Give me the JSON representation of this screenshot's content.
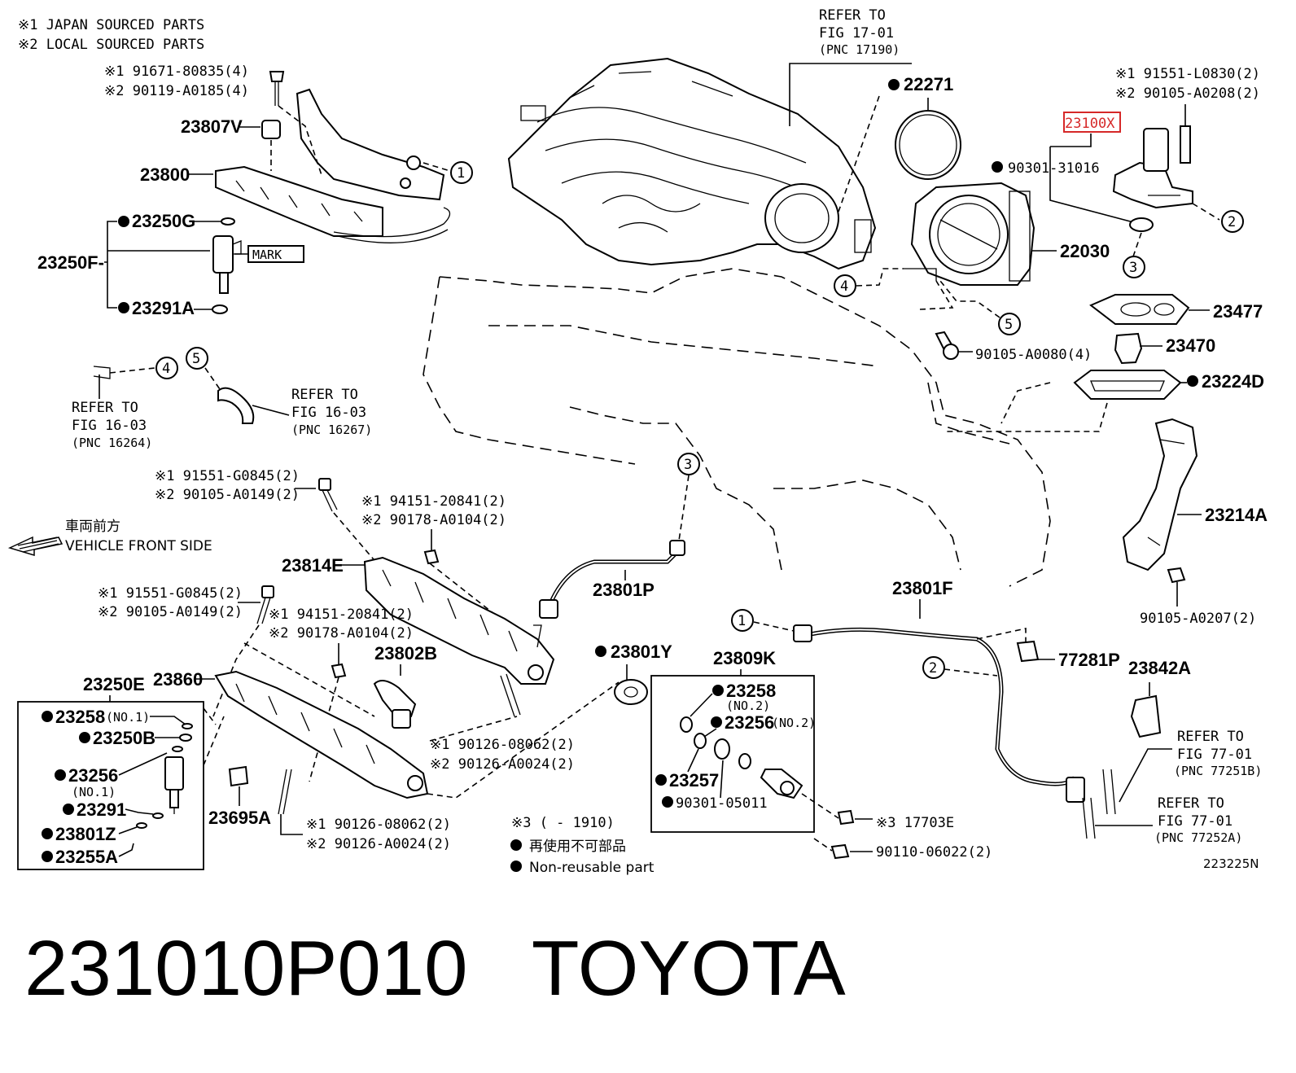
{
  "legend": {
    "note1": "※1 JAPAN SOURCED PARTS",
    "note2": "※2 LOCAL SOURCED PARTS",
    "note3": "※3 (         - 1910)",
    "nonreusable_jp": "再使用不可部品",
    "nonreusable_en": "Non-reusable part",
    "front_jp": "車両前方",
    "front_en": "VEHICLE FRONT SIDE"
  },
  "refs": {
    "r1701_a": "REFER TO",
    "r1701_b": "FIG 17-01",
    "r1701_c": "(PNC 17190)",
    "r1603a_a": "REFER TO",
    "r1603a_b": "FIG 16-03",
    "r1603a_c": "(PNC 16264)",
    "r1603b_a": "REFER TO",
    "r1603b_b": "FIG 16-03",
    "r1603b_c": "(PNC 16267)",
    "r7701a_a": "REFER TO",
    "r7701a_b": "FIG 77-01",
    "r7701a_c": "(PNC 77251B)",
    "r7701b_a": "REFER TO",
    "r7701b_b": "FIG 77-01",
    "r7701b_c": "(PNC 77252A)"
  },
  "parts": {
    "p_91671": "※1 91671-80835(4)",
    "p_90119": "※2 90119-A0185(4)",
    "p_23807V": "23807V",
    "p_23800": "23800",
    "p_23250G": "23250G",
    "p_23250F": "23250F-",
    "p_mark": "MARK",
    "p_23291A": "23291A",
    "p_22271": "22271",
    "p_23100X": "23100X",
    "p_91551L": "※1 91551-L0830(2)",
    "p_90105A208": "※2 90105-A0208(2)",
    "p_90301": "90301-31016",
    "p_22030": "22030",
    "p_23477": "23477",
    "p_90105A80": "90105-A0080(4)",
    "p_23470": "23470",
    "p_23224D": "23224D",
    "p_91551G_a": "※1 91551-G0845(2)",
    "p_90105A149_a": "※2 90105-A0149(2)",
    "p_94151_a": "※1 94151-20841(2)",
    "p_90178_a": "※2 90178-A0104(2)",
    "p_23814E": "23814E",
    "p_23801P": "23801P",
    "p_23801F": "23801F",
    "p_23214A": "23214A",
    "p_90105A207": "90105-A0207(2)",
    "p_91551G_b": "※1 91551-G0845(2)",
    "p_90105A149_b": "※2 90105-A0149(2)",
    "p_94151_b": "※1 94151-20841(2)",
    "p_90178_b": "※2 90178-A0104(2)",
    "p_23802B": "23802B",
    "p_23801Y": "23801Y",
    "p_23809K": "23809K",
    "p_77281P": "77281P",
    "p_23842A": "23842A",
    "p_23250E": "23250E",
    "p_23860": "23860",
    "p_23258_1": "23258",
    "p_no1_a": "(NO.1)",
    "p_23250B": "23250B",
    "p_23256_1": "23256",
    "p_no1_b": "(NO.1)",
    "p_23291": "23291",
    "p_23801Z": "23801Z",
    "p_23255A": "23255A",
    "p_23695A": "23695A",
    "p_90126_08062_a": "※1 90126-08062(2)",
    "p_90126_A0024_a": "※2 90126-A0024(2)",
    "p_90126_08062_b": "※1 90126-08062(2)",
    "p_90126_A0024_b": "※2 90126-A0024(2)",
    "p_23258_2": "23258",
    "p_no2_a": "(NO.2)",
    "p_23256_2": "23256",
    "p_no2_b": "(NO.2)",
    "p_23257": "23257",
    "p_90301_05011": "90301-05011",
    "p_17703E": "※3 17703E",
    "p_90110": "90110-06022(2)",
    "p_fig_id": "223225N"
  },
  "callouts": [
    "1",
    "2",
    "3",
    "4",
    "5"
  ],
  "footer": {
    "part_number": "231010P010",
    "brand": "TOYOTA"
  },
  "colors": {
    "highlight": "#d62828"
  }
}
